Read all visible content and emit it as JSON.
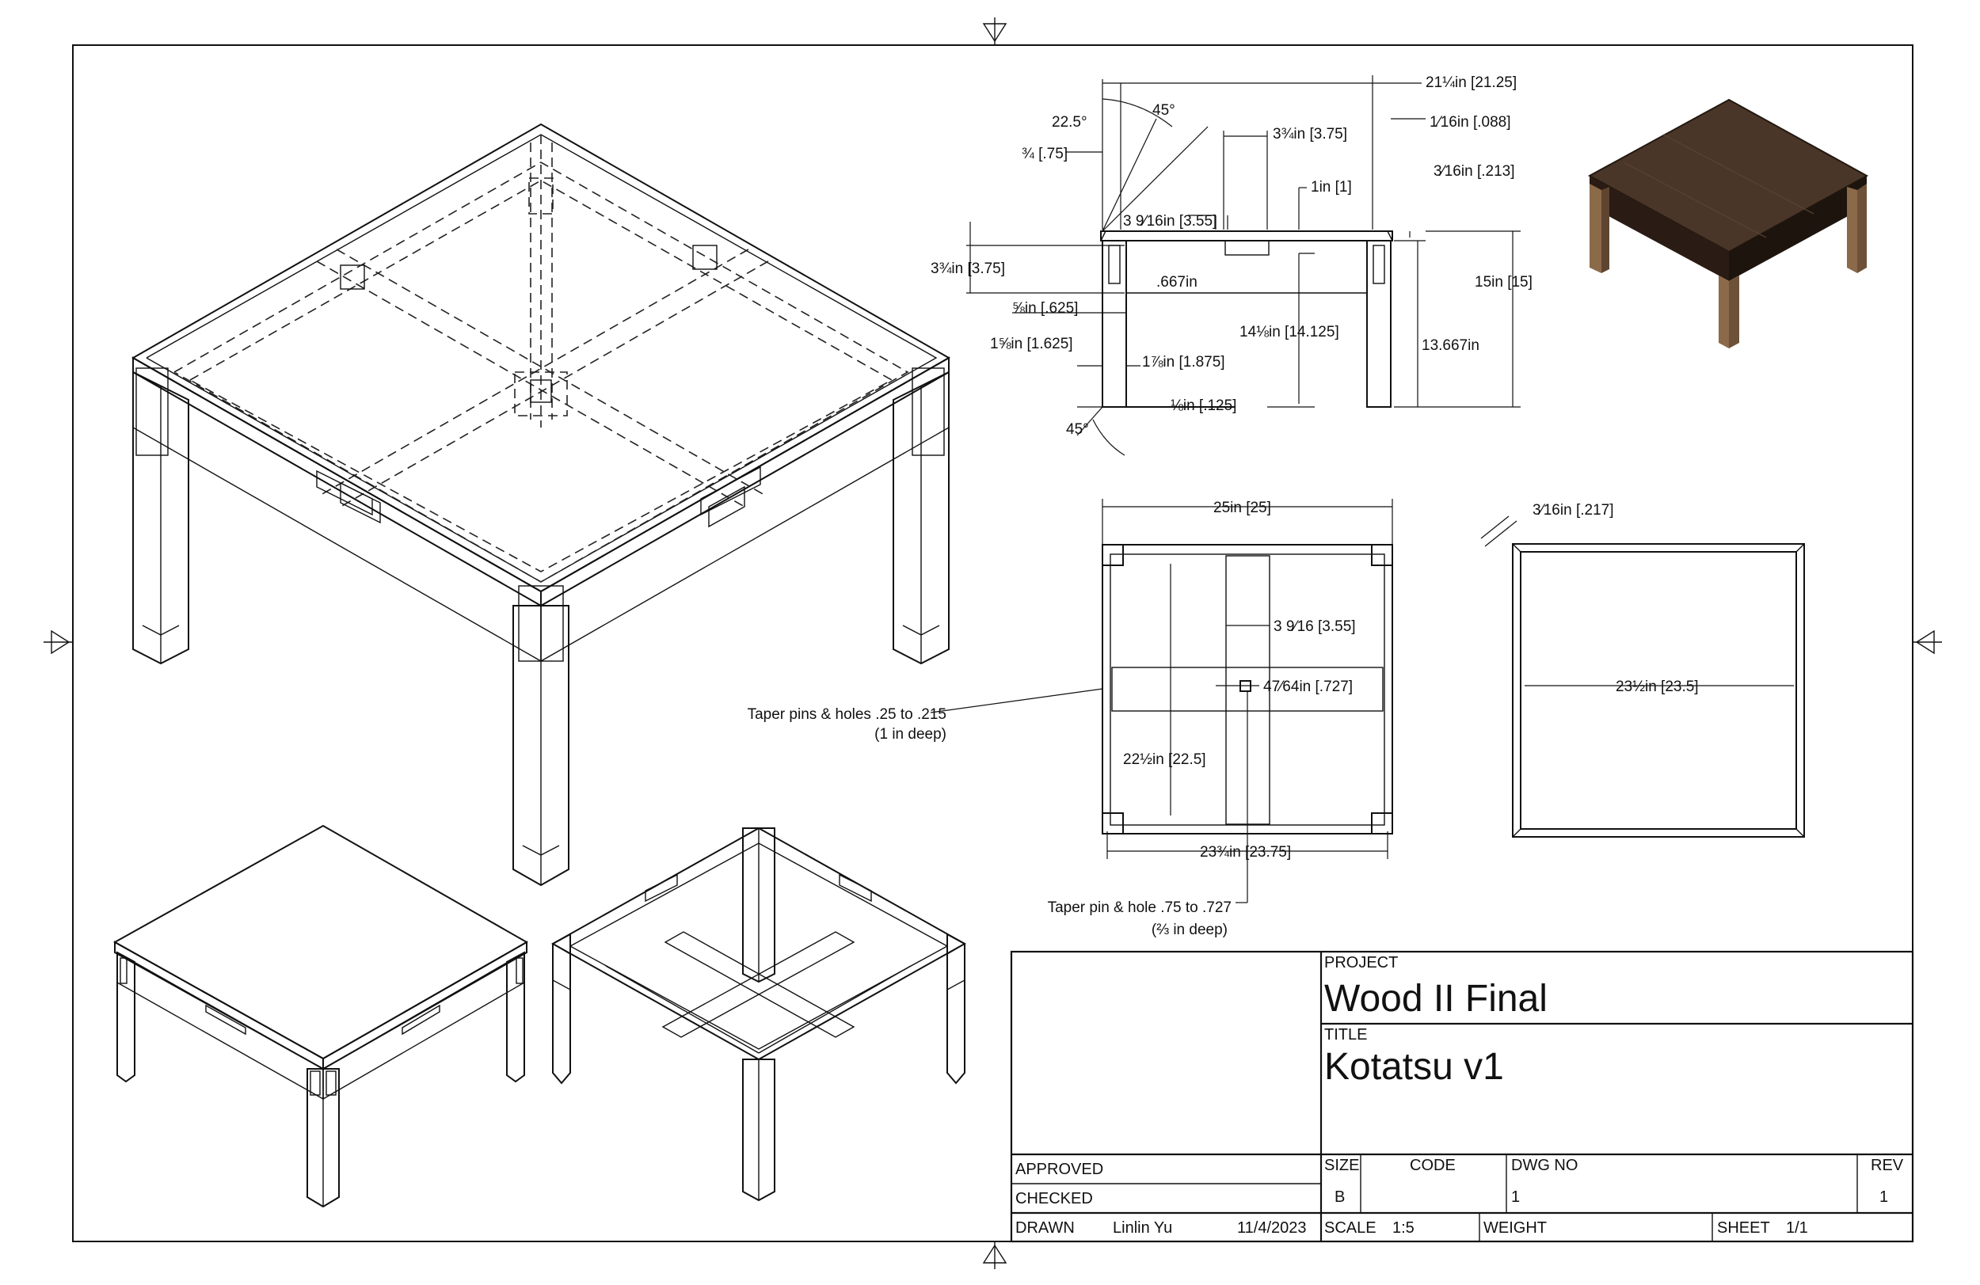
{
  "title_block": {
    "project_label": "PROJECT",
    "project": "Wood II Final",
    "title_label": "TITLE",
    "title": "Kotatsu v1",
    "approved_label": "APPROVED",
    "checked_label": "CHECKED",
    "drawn_label": "DRAWN",
    "drawn_by": "Linlin Yu",
    "drawn_date": "11/4/2023",
    "size_label": "SIZE",
    "size": "B",
    "code_label": "CODE",
    "dwg_no_label": "DWG NO",
    "dwg_no": "1",
    "rev_label": "REV",
    "rev": "1",
    "scale_label": "SCALE",
    "scale": "1:5",
    "weight_label": "WEIGHT",
    "sheet_label": "SHEET",
    "sheet": "1/1"
  },
  "dimensions": {
    "overall_width": "21¼in [21.25]",
    "angle_22": "22.5°",
    "angle_45_top": "45°",
    "d_3_4": "¾ [.75]",
    "d_1_16": "1⁄16in [.088]",
    "d_3_75_top": "3¾in [3.75]",
    "d_3_16": "3⁄16in [.213]",
    "d_1in": "1in [1]",
    "d_3_55_a": "3 9⁄16in [3.55]",
    "d_3_75_left": "3¾in [3.75]",
    "d_667": ".667in",
    "d_5_8": "⅝in [.625]",
    "d_1_625": "1⅝in [1.625]",
    "d_1_875": "1⅞in [1.875]",
    "d_14_125": "14⅛in [14.125]",
    "d_13_667": "13.667in",
    "d_15": "15in [15]",
    "d_125": "⅛in [.125]",
    "angle_45_bottom": "45°",
    "d_25": "25in [25]",
    "d_3_55_b": "3 9⁄16 [3.55]",
    "d_727": "47⁄64in [.727]",
    "d_22_5": "22½in [22.5]",
    "d_23_75": "23¾in [23.75]",
    "d_217": "3⁄16in [.217]",
    "d_23_5": "23½in [23.5]"
  },
  "notes": {
    "taper_pins_line1": "Taper pins & holes .25 to .215",
    "taper_pins_line2": "(1 in deep)",
    "taper_pin_line1": "Taper pin & hole .75 to .727",
    "taper_pin_line2": "(⅔ in deep)"
  },
  "colors": {
    "wood_dark": "#3a2a20",
    "wood_top": "#4a3628",
    "wood_leg": "#8b6a4a"
  }
}
